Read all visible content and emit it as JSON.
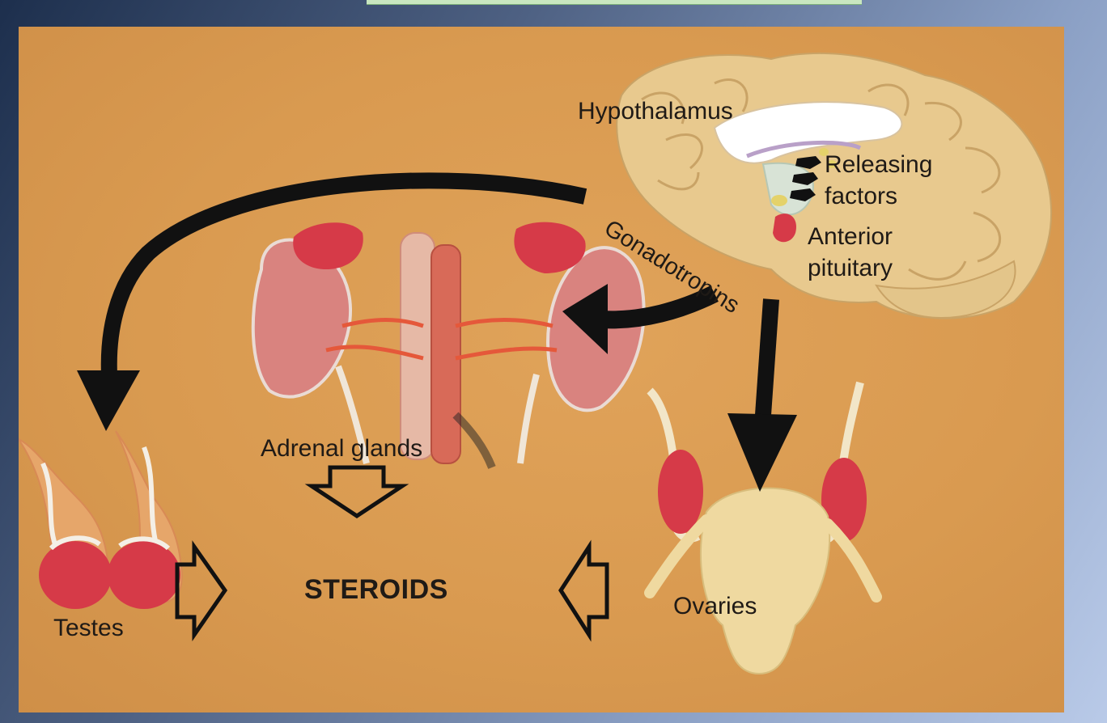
{
  "labels": {
    "hypothalamus": "Hypothalamus",
    "releasing": "Releasing",
    "factors": "factors",
    "anterior": "Anterior",
    "pituitary": "pituitary",
    "gonadotropins": "Gonadotropins",
    "adrenal": "Adrenal glands",
    "steroids": "STEROIDS",
    "testes": "Testes",
    "ovaries": "Ovaries"
  },
  "colors": {
    "background_panel": "#d99a50",
    "organ_red": "#d63a48",
    "arrow_black": "#111111"
  }
}
